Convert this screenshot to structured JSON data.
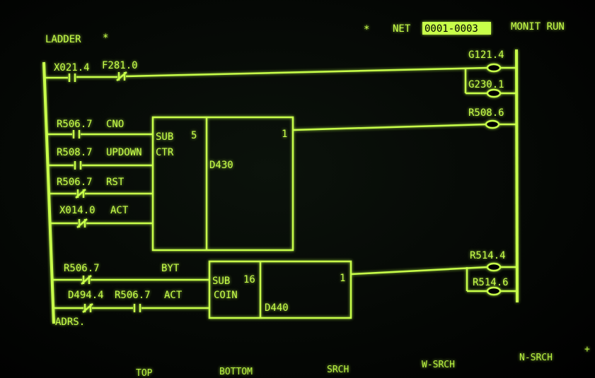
{
  "header": {
    "title": "LADDER",
    "title_marker": "*",
    "net_marker": "*",
    "net_label": "NET",
    "net_range": "0001-0003",
    "mode": "MONIT RUN"
  },
  "rung1": {
    "contacts": [
      "X021.4",
      "F281.0"
    ],
    "coils": [
      "G121.4",
      "G230.1"
    ]
  },
  "rung2": {
    "inputs": [
      {
        "addr": "R506.7",
        "name": "CNO"
      },
      {
        "addr": "R508.7",
        "name": "UPDOWN"
      },
      {
        "addr": "R506.7",
        "name": "RST"
      },
      {
        "addr": "X014.0",
        "name": "ACT"
      }
    ],
    "block_sub": "SUB",
    "block_num": "5",
    "block_name": "CTR",
    "param": "D430",
    "out_pin": "1",
    "coil": "R508.6"
  },
  "rung3": {
    "input1_addr": "R506.7",
    "input1_name": "BYT",
    "input2_addr1": "D494.4",
    "input2_addr2": "R506.7",
    "input2_name": "ACT",
    "block_sub": "SUB",
    "block_num": "16",
    "block_name": "COIN",
    "param": "D440",
    "out_pin": "1",
    "coils": [
      "R514.4",
      "R514.6"
    ]
  },
  "footer": {
    "adrs": "ADRS."
  },
  "softkeys": [
    "TOP",
    "BOTTOM",
    "SRCH",
    "W-SRCH",
    "N-SRCH",
    "+"
  ]
}
